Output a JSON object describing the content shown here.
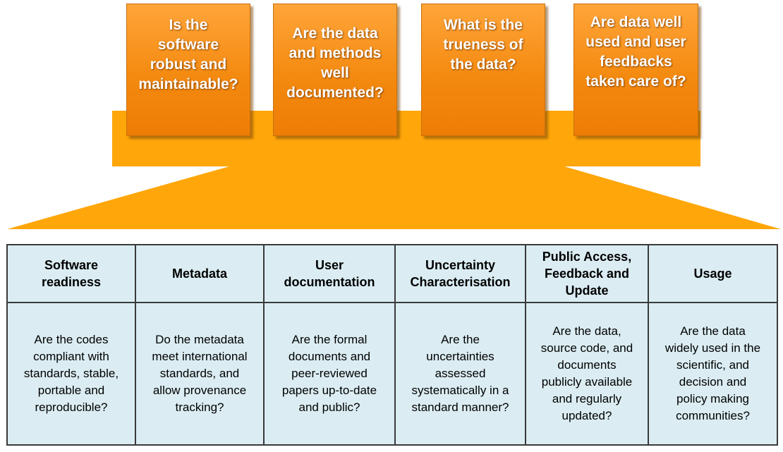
{
  "questions": [
    {
      "text": "Is the\nsoftware\nrobust and\nmaintainable?"
    },
    {
      "text": "Are the data\nand methods\nwell\ndocumented?"
    },
    {
      "text": "What is the\ntrueness of\nthe data?"
    },
    {
      "text": "Are data well\nused and user\nfeedbacks\ntaken care of?"
    }
  ],
  "columns": [
    {
      "header": "Software\nreadiness",
      "question": "Are the codes\ncompliant with\nstandards, stable,\nportable and\nreproducible?"
    },
    {
      "header": "Metadata",
      "question": "Do the metadata\nmeet international\nstandards, and\nallow provenance\ntracking?"
    },
    {
      "header": "User\ndocumentation",
      "question": "Are the formal\ndocuments and\npeer-reviewed\npapers up-to-date\nand public?"
    },
    {
      "header": "Uncertainty\nCharacterisation",
      "question": "Are the\nuncertainties\nassessed\nsystematically in a\nstandard manner?"
    },
    {
      "header": "Public Access,\nFeedback and\nUpdate",
      "question": "Are the data,\nsource code, and\ndocuments\npublicly available\nand regularly\nupdated?"
    },
    {
      "header": "Usage",
      "question": "Are the data\nwidely used in the\nscientific, and\ndecision and\npolicy making\ncommunities?"
    }
  ],
  "colors": {
    "accent": "#ffa60a",
    "box_top": "#ffa53a",
    "box_bottom": "#ee7d05",
    "table_fill": "#dbedf3",
    "border": "#3a3a3a"
  }
}
